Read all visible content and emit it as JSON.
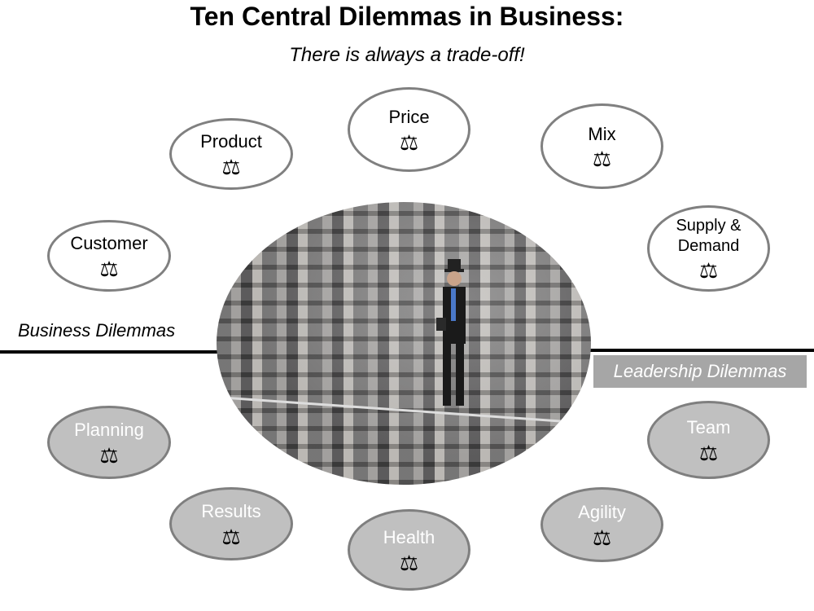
{
  "title": "Ten Central Dilemmas in Business:",
  "subtitle": "There is always a trade-off!",
  "business_label": "Business Dilemmas",
  "leadership_label": "Leadership Dilemmas",
  "scale_icon": "⚖",
  "business_dilemmas": [
    "Customer",
    "Product",
    "Price",
    "Mix",
    "Supply & Demand"
  ],
  "leadership_dilemmas": [
    "Planning",
    "Results",
    "Health",
    "Agility",
    "Team"
  ],
  "colors": {
    "leadership_fill": "#c0c0c0",
    "border": "#808080",
    "label_bg": "#a6a6a6"
  }
}
